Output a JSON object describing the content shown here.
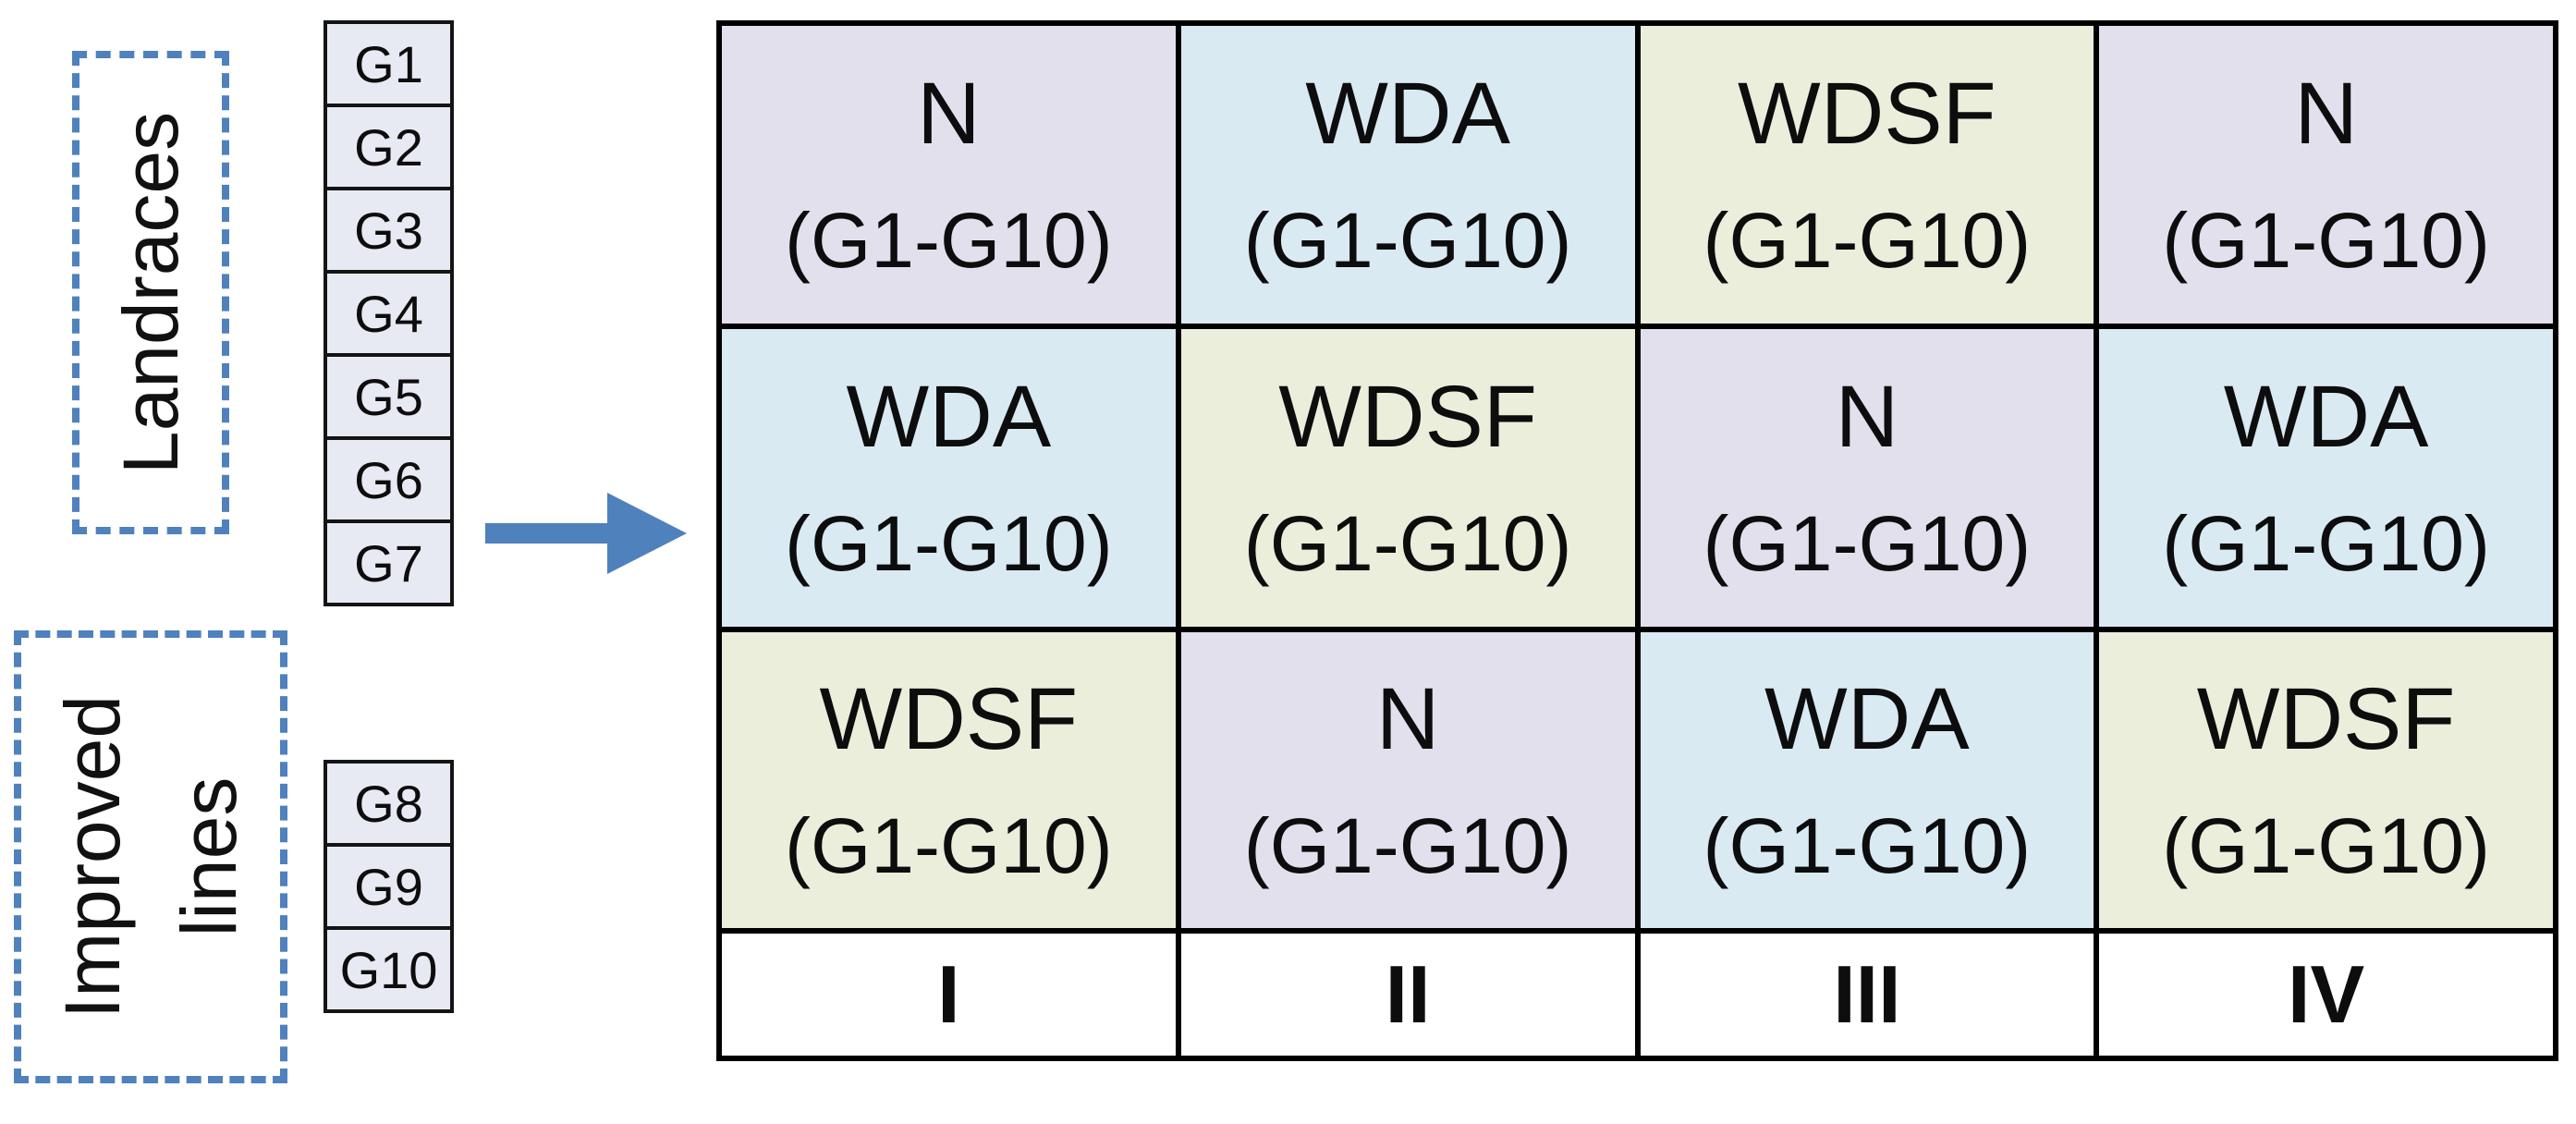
{
  "figure": {
    "groups": [
      {
        "label": "Landraces",
        "genotypes": [
          "G1",
          "G2",
          "G3",
          "G4",
          "G5",
          "G6",
          "G7"
        ]
      },
      {
        "label": "Improved lines",
        "genotypes": [
          "G8",
          "G9",
          "G10"
        ]
      }
    ],
    "grid": {
      "rows": [
        [
          {
            "treatment": "N",
            "range": "(G1-G10)"
          },
          {
            "treatment": "WDA",
            "range": "(G1-G10)"
          },
          {
            "treatment": "WDSF",
            "range": "(G1-G10)"
          },
          {
            "treatment": "N",
            "range": "(G1-G10)"
          }
        ],
        [
          {
            "treatment": "WDA",
            "range": "(G1-G10)"
          },
          {
            "treatment": "WDSF",
            "range": "(G1-G10)"
          },
          {
            "treatment": "N",
            "range": "(G1-G10)"
          },
          {
            "treatment": "WDA",
            "range": "(G1-G10)"
          }
        ],
        [
          {
            "treatment": "WDSF",
            "range": "(G1-G10)"
          },
          {
            "treatment": "N",
            "range": "(G1-G10)"
          },
          {
            "treatment": "WDA",
            "range": "(G1-G10)"
          },
          {
            "treatment": "WDSF",
            "range": "(G1-G10)"
          }
        ]
      ],
      "replicates": [
        "I",
        "II",
        "III",
        "IV"
      ]
    },
    "colors": {
      "N": "#e3e0ee",
      "WDA": "#d9eaf3",
      "WDSF": "#ebeeda",
      "genotype_box": "#e8eaf3",
      "dashed_border": "#4f81bd",
      "arrow": "#4f81bd",
      "grid_line": "#000000"
    }
  }
}
